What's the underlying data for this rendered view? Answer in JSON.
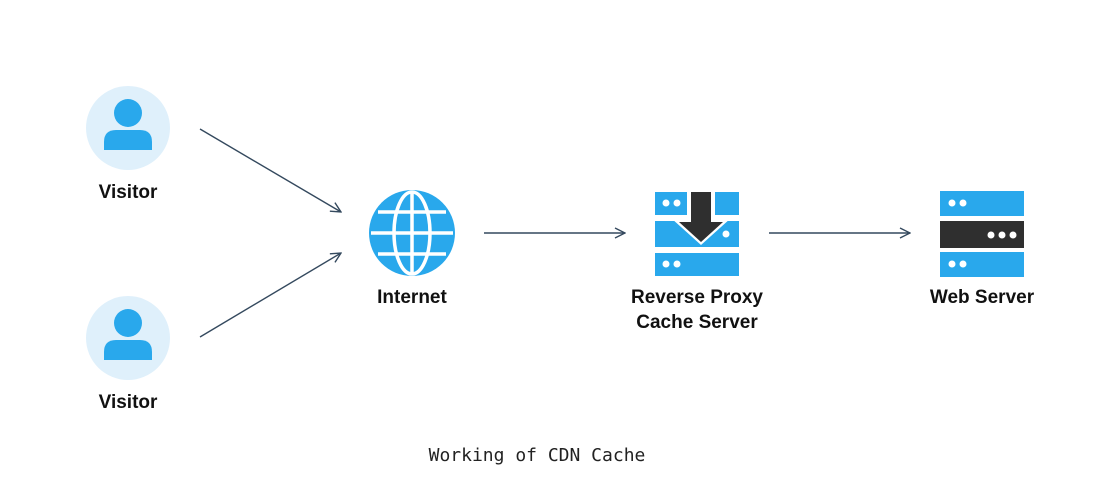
{
  "diagram": {
    "caption": "Working of CDN Cache",
    "nodes": {
      "visitor_top": {
        "label": "Visitor",
        "icon": "user-icon"
      },
      "visitor_bottom": {
        "label": "Visitor",
        "icon": "user-icon"
      },
      "internet": {
        "label": "Internet",
        "icon": "globe-icon"
      },
      "proxy": {
        "label_line1": "Reverse Proxy",
        "label_line2": "Cache Server",
        "icon": "cache-server-icon"
      },
      "web_server": {
        "label": "Web Server",
        "icon": "server-icon"
      }
    },
    "edges": [
      {
        "from": "visitor_top",
        "to": "internet"
      },
      {
        "from": "visitor_bottom",
        "to": "internet"
      },
      {
        "from": "internet",
        "to": "proxy"
      },
      {
        "from": "proxy",
        "to": "web_server"
      }
    ],
    "colors": {
      "accent": "#29a8ec",
      "avatar_bg": "#dff0fb",
      "dark": "#2f2f2f",
      "arrow": "#34495e"
    }
  }
}
